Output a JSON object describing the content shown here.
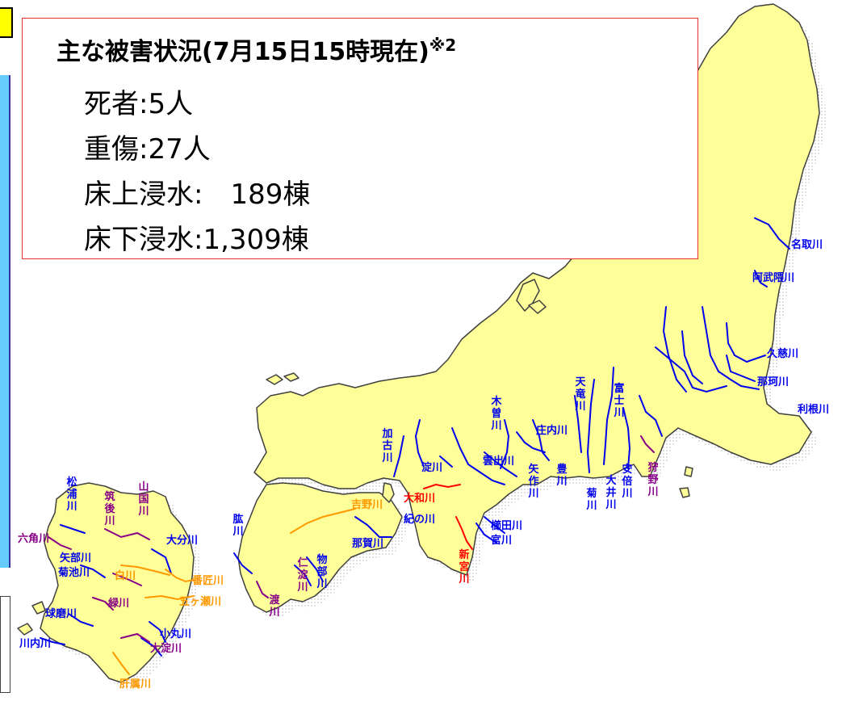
{
  "info": {
    "title": "主な被害状況(7月15日15時現在)",
    "title_note": "※2",
    "lines": [
      "死者:5人",
      "重傷:27人",
      "床上浸水:　189棟",
      "床下浸水:1,309棟"
    ]
  },
  "colors": {
    "land": "#ffff99",
    "coast": "#404040",
    "river_blue": "#0000ee",
    "river_purple": "#880088",
    "river_orange": "#ff9900",
    "river_red": "#ff0000",
    "box_border": "#e03030",
    "left_panel": "#66ccff",
    "tag": "#ffff00"
  },
  "rivers": {
    "natori": "名取川",
    "abukuma": "阿武隈川",
    "kuji": "久慈川",
    "naka": "那珂川",
    "tone": "利根川",
    "tenryu": "天竜川",
    "fuji": "富士川",
    "kiso": "木曽川",
    "shonai": "庄内川",
    "kako": "加古川",
    "yodo": "淀川",
    "kumozu": "雲出川",
    "yahagi": "矢作川",
    "toyo": "豊川",
    "abe": "安倍川",
    "kikugawa": "菊川",
    "oi": "大井川",
    "kano": "狩野川",
    "yamato": "大和川",
    "kino": "紀の川",
    "yoshino": "吉野川",
    "kushida": "櫛田川",
    "miya": "宮川",
    "shingu": "新宮川",
    "naka_shikoku": "那賀川",
    "hiji": "肱川",
    "niyodo": "仁淀川",
    "monobe": "物部川",
    "watari": "渡川",
    "matsuura": "松浦川",
    "chikugo": "筑後川",
    "yamakuni": "山国川",
    "rokkaku": "六角川",
    "yabe": "矢部川",
    "kikuchi": "菊池川",
    "shira": "白川",
    "oita": "大分川",
    "banjo": "番匠川",
    "midori": "緑川",
    "gokase": "五ヶ瀬川",
    "kuma": "球磨川",
    "sendai": "川内川",
    "omaru": "小丸川",
    "oyodo": "大淀川",
    "kimotsuki": "肝属川"
  }
}
